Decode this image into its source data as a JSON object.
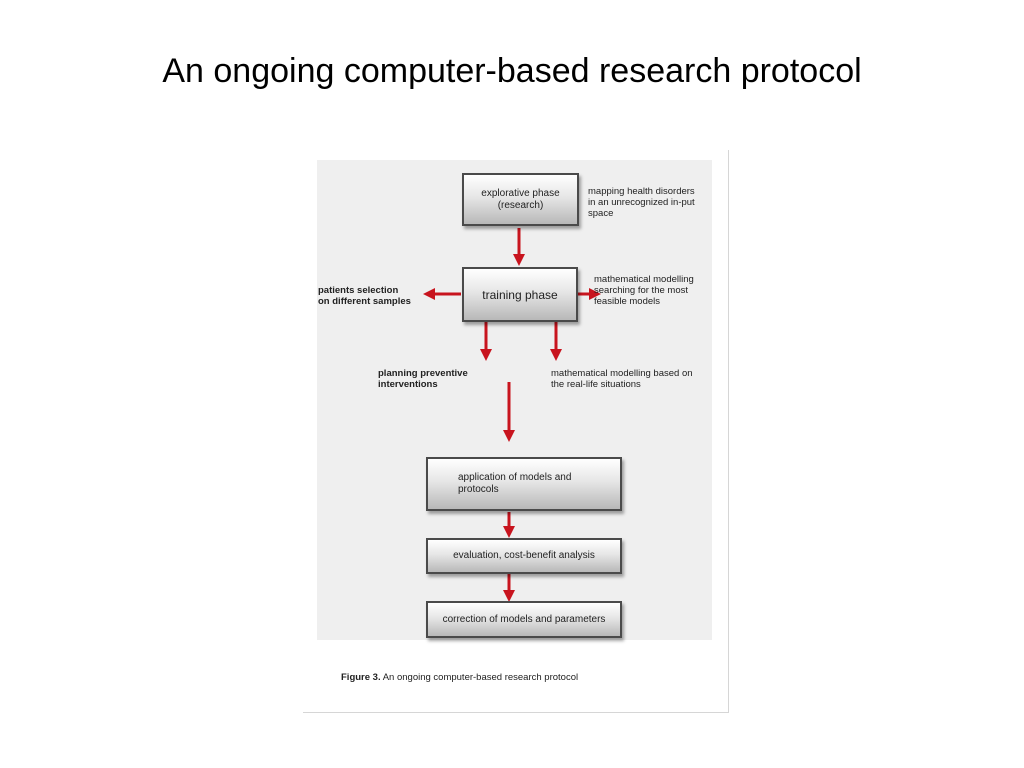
{
  "slide": {
    "title": "An ongoing computer-based research protocol"
  },
  "diagram": {
    "boxes": {
      "explorative_line1": "explorative phase",
      "explorative_line2": "(research)",
      "training": "training phase",
      "application_line1": "application of models and",
      "application_line2": "protocols",
      "evaluation": "evaluation, cost-benefit analysis",
      "correction": "correction of models and parameters"
    },
    "notes": {
      "mapping_line1": "mapping  health disorders",
      "mapping_line2": "in an unrecognized in-put",
      "mapping_line3": "space",
      "patients_line1": "patients selection",
      "patients_line2": "on different samples",
      "math_line1": "mathematical modelling",
      "math_line2": "searching for the most",
      "math_line3": "feasible models",
      "planning_line1": "planning preventive",
      "planning_line2": "interventions",
      "reallife_line1": "mathematical modelling based on",
      "reallife_line2": "the real-life situations"
    },
    "arrow_color": "#c8141e",
    "caption_label": "Figure 3.",
    "caption_text": " An ongoing computer-based research protocol"
  }
}
